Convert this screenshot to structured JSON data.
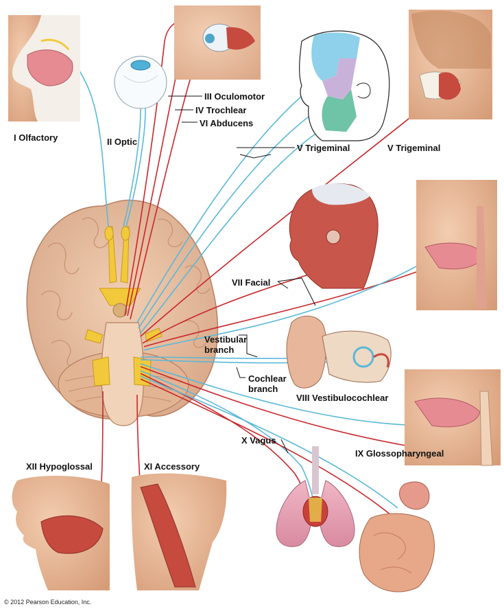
{
  "labels": {
    "olfactory": "I Olfactory",
    "optic": "II Optic",
    "oculomotor": "III Oculomotor",
    "trochlear": "IV Trochlear",
    "abducens": "VI Abducens",
    "trigeminal_face": "V Trigeminal",
    "trigeminal_jaw": "V Trigeminal",
    "facial": "VII Facial",
    "vestibular_branch": [
      "Vestibular",
      "branch"
    ],
    "cochlear_branch": [
      "Cochlear",
      "branch"
    ],
    "vestibulocochlear": "VIII Vestibulocochlear",
    "vagus": "X Vagus",
    "glossopharyngeal": "IX Glossopharyngeal",
    "hypoglossal": "XII Hypoglossal",
    "accessory": "XI Accessory"
  },
  "copyright": "© 2012 Pearson Education, Inc.",
  "colors": {
    "sensory_nerve": "#5bb8d8",
    "motor_nerve": "#c8262a",
    "brain": "#e8c0a0",
    "cranial_nerve_root": "#f2c93a",
    "skin": "#e9b995",
    "muscle": "#c64a3e"
  }
}
